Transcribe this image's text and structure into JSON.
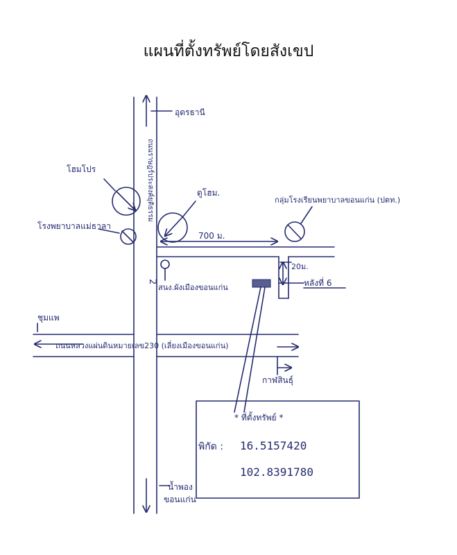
{
  "title": "แผนที่ตั้งทรัพย์โดยสังเขป",
  "roads": {
    "vertical_label": "ถนนราษฎร์ประสงค์ยุติธรรม",
    "vertical_number": "2",
    "horizontal_label": "ถนนหลวงแผ่นดินหมายเลข230 (เลี่ยงเมืองขอนแก่น)"
  },
  "directions": {
    "north": "อุดรธานี",
    "west": "ชุมแพ",
    "south_east": "กาฬสินธุ์",
    "south": "น้ำพอง",
    "south_line2": "ขอนแก่น"
  },
  "landmarks": {
    "home_pro": "โฮมโปร",
    "home_hub": "ดูโฮม.",
    "hospital": "โรงพยาบาลแม่ธาลา",
    "transformer": "กลุ่มโรงเรียนพยาบาลขอนแก่น (ปตท.)",
    "gov_office": "สนง.ผังเมืองขอนแก่น"
  },
  "measurements": {
    "distance": "700 ม.",
    "width": "20ม."
  },
  "property": {
    "marker_label": "หลังที่ 6",
    "box_title": "* ที่ตั้งทรัพย์ *",
    "coord_label": "พิกัด :",
    "lat": "16.5157420",
    "lon": "102.8391780"
  },
  "colors": {
    "ink": "#232a6e",
    "title": "#111111",
    "background": "#ffffff"
  }
}
